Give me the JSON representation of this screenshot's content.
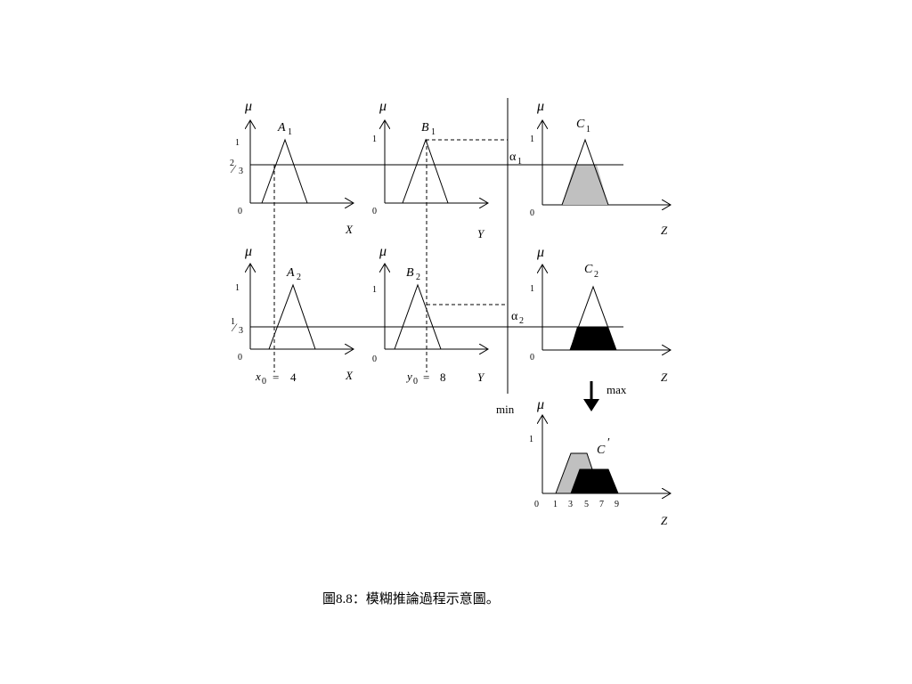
{
  "labels": {
    "mu": "μ",
    "one": "1",
    "zero": "0",
    "axis_x": "X",
    "axis_y": "Y",
    "axis_z": "Z",
    "A": "A",
    "B": "B",
    "C": "C",
    "sub1": "1",
    "sub2": "2",
    "alpha": "α",
    "frac_two": "2",
    "frac_one": "1",
    "frac_three": "3",
    "frac_slash": "⁄",
    "x0_var": "x",
    "y0_var": "y",
    "sub0": "0",
    "equals": "=",
    "x0_value": "4",
    "y0_value": "8",
    "min": "min",
    "max": "max",
    "C_prime": "C",
    "prime": "′",
    "ticks_result": [
      "0",
      "1",
      "3",
      "5",
      "7",
      "9"
    ]
  },
  "colors": {
    "gray_fill": "#c0c0c0",
    "black_fill": "#000000"
  },
  "caption": "圖8.8：模糊推論過程示意圖。"
}
